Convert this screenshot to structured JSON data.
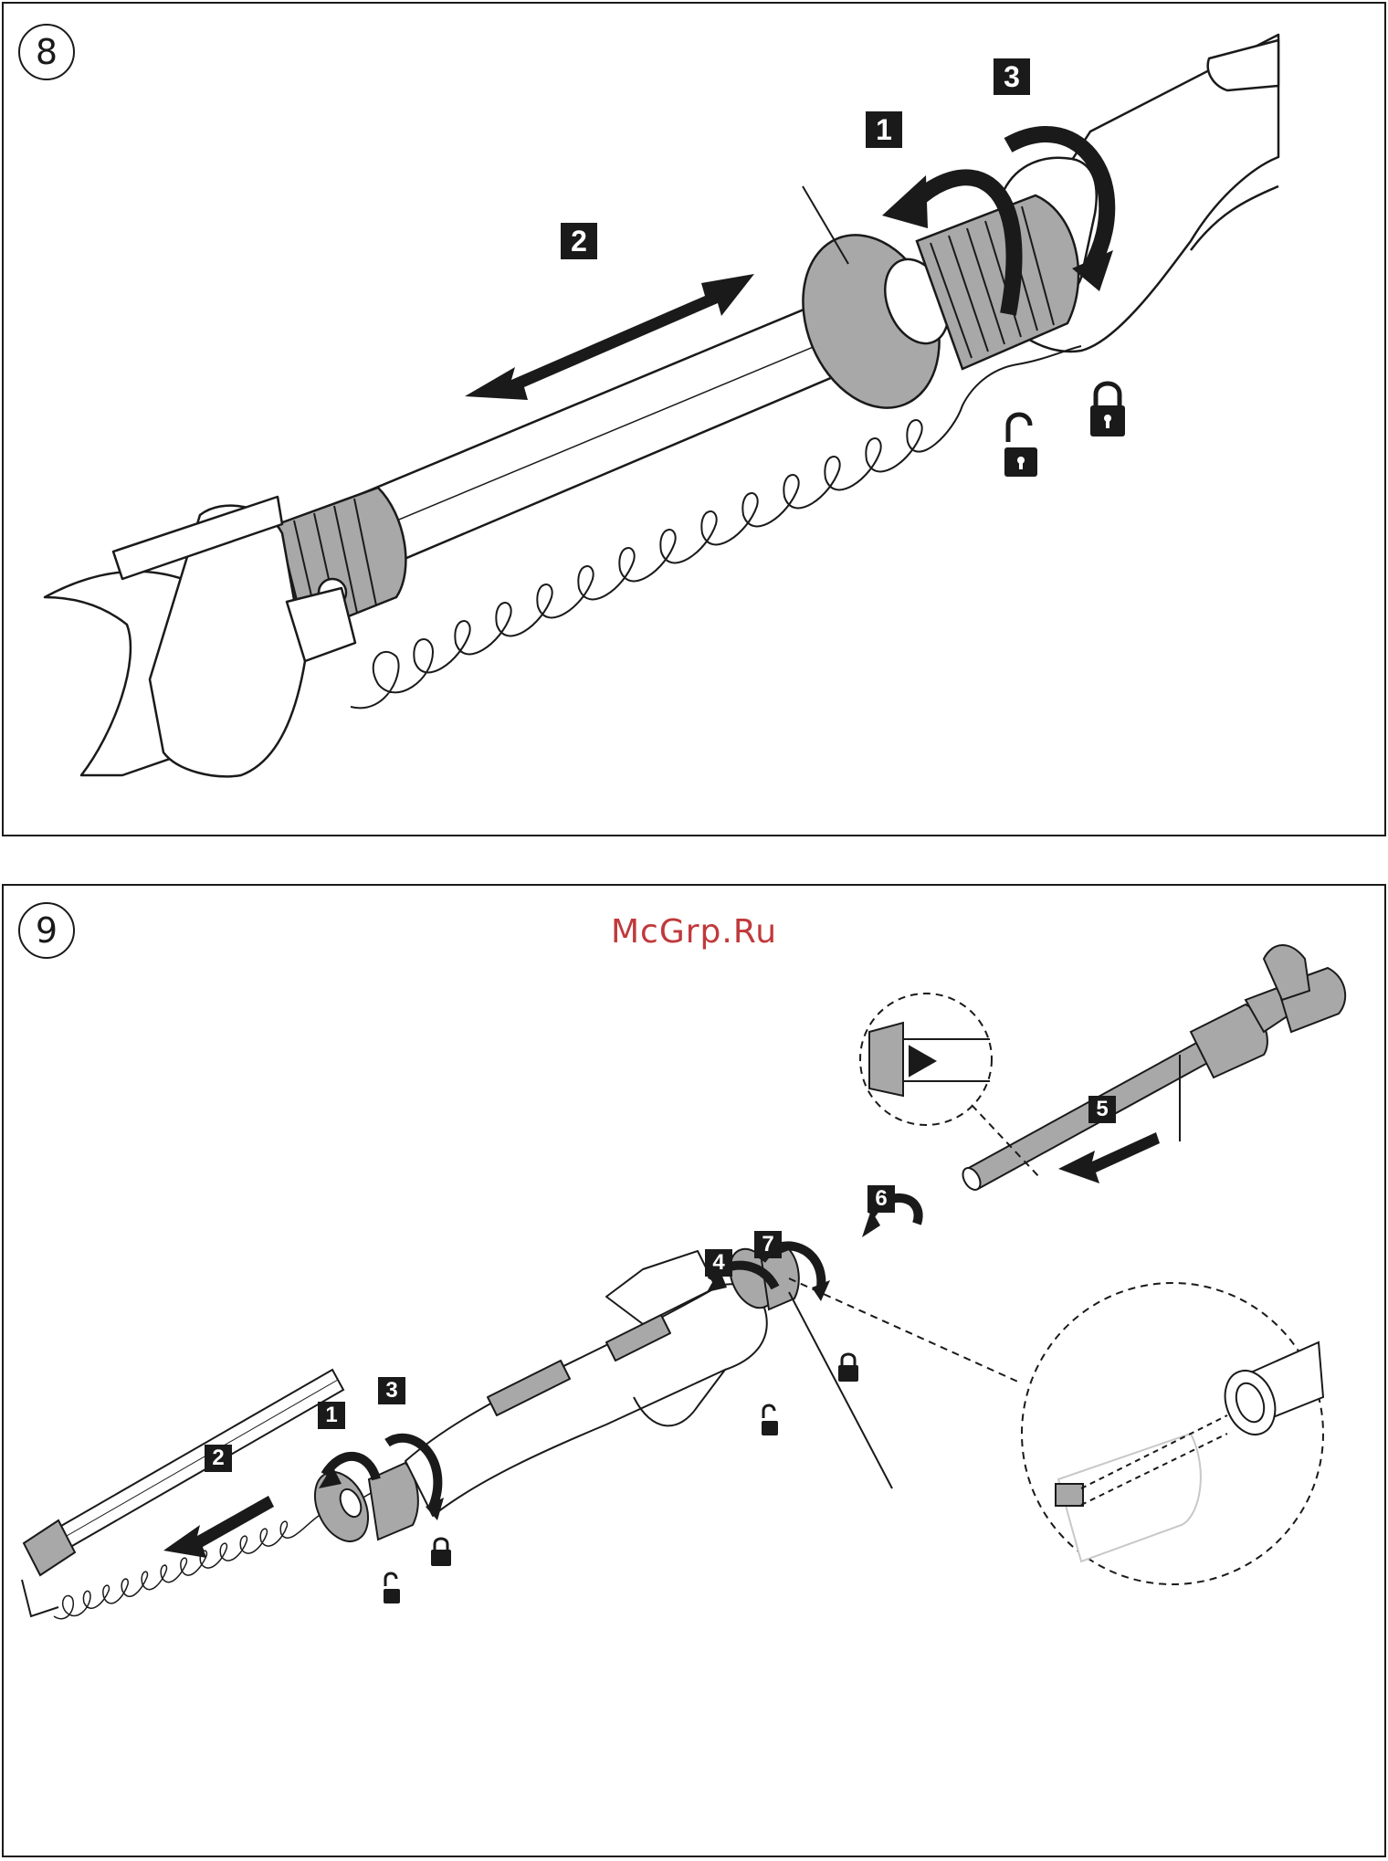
{
  "figure8": {
    "number": "8",
    "steps": {
      "s1": "1",
      "s2": "2",
      "s3": "3"
    },
    "icons": [
      "padlock-locked-icon",
      "padlock-unlocked-icon",
      "rotate-arrow-icon",
      "double-arrow-icon"
    ]
  },
  "figure9": {
    "number": "9",
    "watermark": "McGrp.Ru",
    "steps": {
      "s1": "1",
      "s2": "2",
      "s3": "3",
      "s4": "4",
      "s5": "5",
      "s6": "6",
      "s7": "7"
    },
    "icons": [
      "padlock-locked-icon",
      "padlock-unlocked-icon",
      "rotate-arrow-icon",
      "arrow-left-icon",
      "detail-magnifier-icon"
    ]
  },
  "colors": {
    "line": "#1a1a1a",
    "shade": "#a8a8a8",
    "watermark": "#c0393b"
  }
}
